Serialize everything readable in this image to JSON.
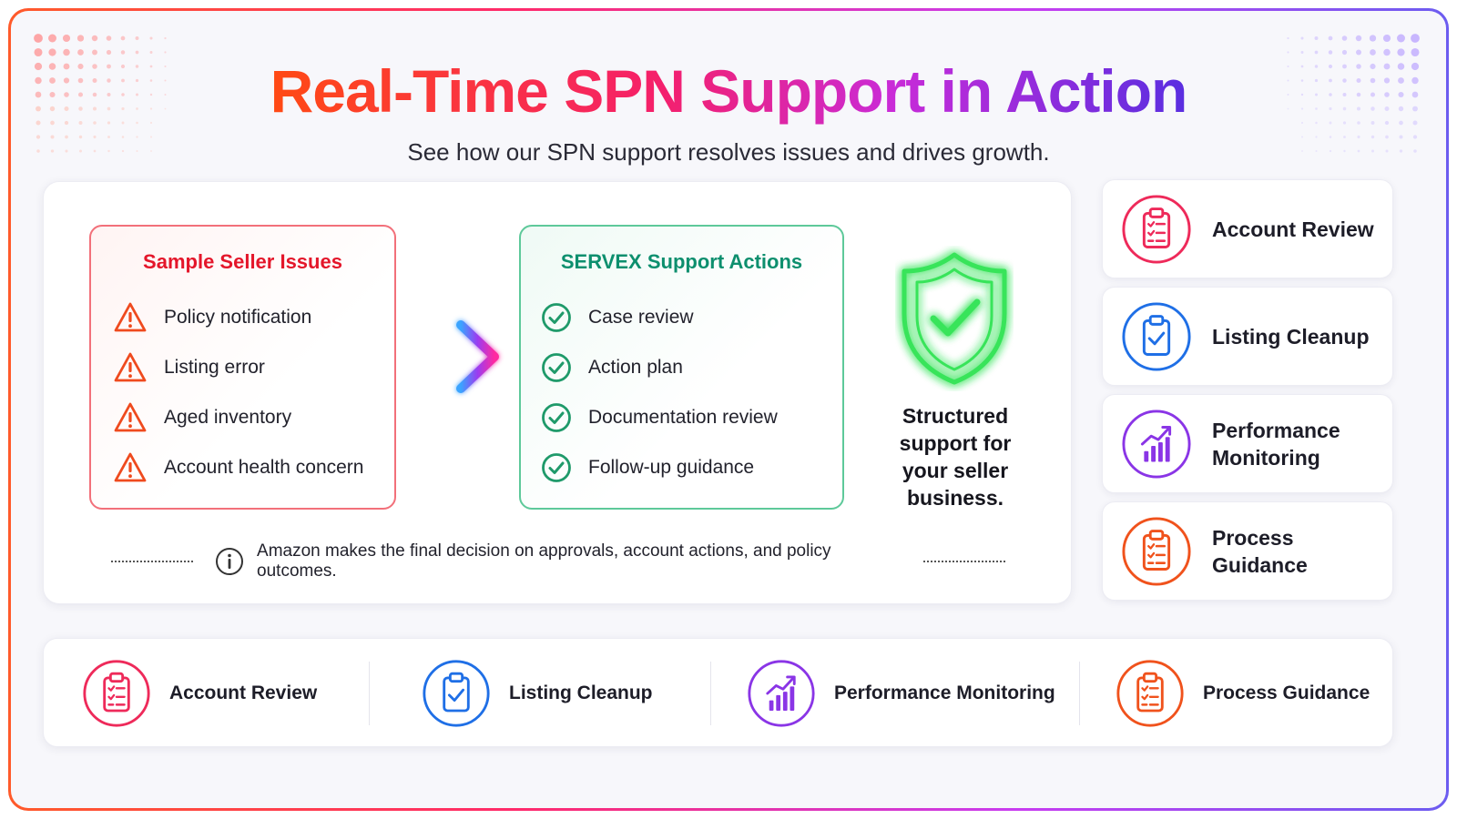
{
  "header": {
    "title": "Real-Time SPN Support in Action",
    "subtitle": "See how our SPN support resolves issues and drives growth."
  },
  "issues": {
    "title": "Sample Seller Issues",
    "icon": "warning-icon",
    "items": [
      "Policy notification",
      "Listing error",
      "Aged inventory",
      "Account health concern"
    ]
  },
  "actions": {
    "title": "SERVEX Support Actions",
    "icon": "check-circle-icon",
    "items": [
      "Case review",
      "Action plan",
      "Documentation review",
      "Follow-up guidance"
    ]
  },
  "shield": {
    "icon": "shield-check-icon",
    "text": "Structured support for your seller business."
  },
  "disclaimer": {
    "icon": "info-icon",
    "text": "Amazon makes the final decision on approvals, account actions, and policy outcomes."
  },
  "side_cards": [
    {
      "label": "Account Review",
      "icon": "clipboard-checklist-icon",
      "color": "#ee2a5a"
    },
    {
      "label": "Listing Cleanup",
      "icon": "clipboard-check-icon",
      "color": "#1f6fe6"
    },
    {
      "label": "Performance Monitoring",
      "icon": "bar-chart-trend-icon",
      "color": "#8a35e6"
    },
    {
      "label": "Process Guidance",
      "icon": "clipboard-list-icon",
      "color": "#f0521c"
    }
  ],
  "bottom_items": [
    {
      "label": "Account Review",
      "icon": "clipboard-checklist-icon",
      "color": "#ee2a5a"
    },
    {
      "label": "Listing Cleanup",
      "icon": "clipboard-check-icon",
      "color": "#1f6fe6"
    },
    {
      "label": "Performance Monitoring",
      "icon": "bar-chart-trend-icon",
      "color": "#8a35e6"
    },
    {
      "label": "Process Guidance",
      "icon": "clipboard-list-icon",
      "color": "#f0521c"
    }
  ],
  "colors": {
    "issue_red": "#e4162a",
    "action_green": "#0d8f6e",
    "shield_green": "#39e45a"
  }
}
